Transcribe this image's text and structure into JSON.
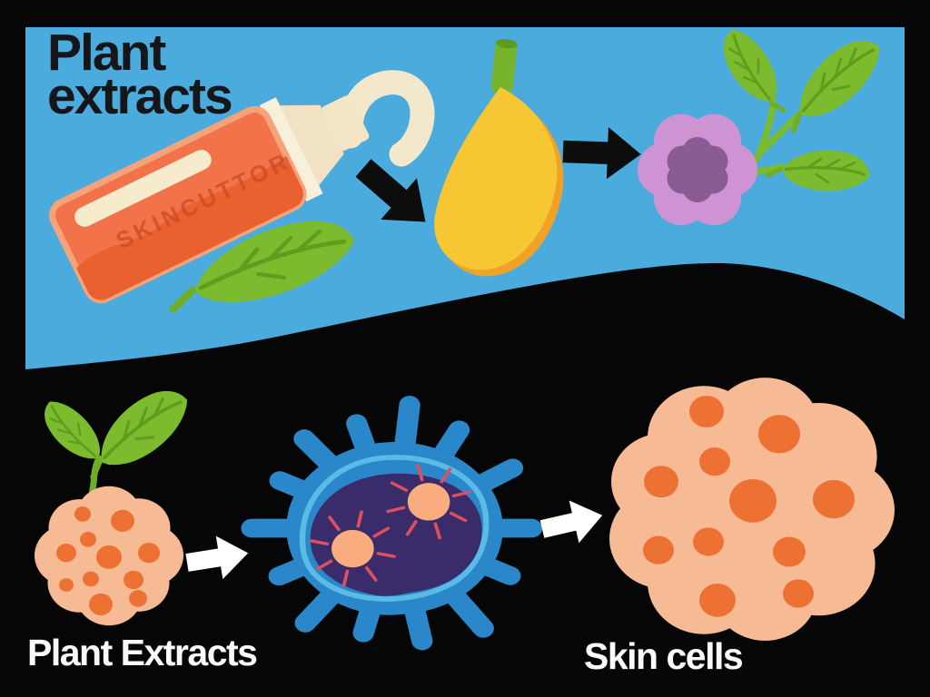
{
  "title": {
    "lines": [
      "Plant",
      "extracts"
    ]
  },
  "tube": {
    "label": "SKINCUTTOR"
  },
  "labels": {
    "plant_extracts": "Plant Extracts",
    "skin_cells": "Skin cells"
  },
  "flow": {
    "top_sequence": [
      "cream-tube",
      "banana",
      "flower-with-leaves"
    ],
    "bottom_sequence": [
      "plant-extract-blob",
      "cell-with-actives",
      "skin-cell-blob"
    ]
  },
  "colors": {
    "sky_blue": "#4BABDC",
    "background_black": "#060606",
    "arrow_black": "#0D0D0E",
    "arrow_white": "#FFFFFF",
    "tube_orange": "#F2734A",
    "tube_dark_orange": "#E9612F",
    "cream": "#F3E8CC",
    "leaf_green": "#7CBA2E",
    "leaf_vein_green": "#5E9D1E",
    "banana_yellow": "#F7C733",
    "banana_rim": "#EFA226",
    "flower_petal": "#CE93D2",
    "flower_center": "#8A5C94",
    "blob_peach": "#F6BB94",
    "dot_orange": "#EE7134",
    "cell_blue": "#2A87C9",
    "cell_outline_blue": "#5CBEE8",
    "nucleus_purple": "#3A2B6B",
    "sun_peach": "#F9AC7D",
    "ray_red": "#DC4F60",
    "title_text": "#141619",
    "label_text": "#FAFAFA"
  }
}
